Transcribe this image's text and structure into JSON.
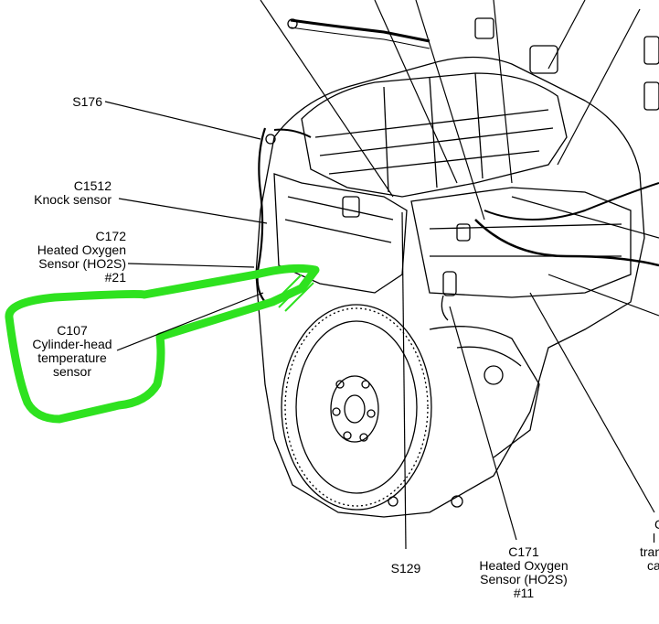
{
  "labels": {
    "s176": "S176",
    "c1512": [
      "C1512",
      "Knock sensor"
    ],
    "c172": [
      "C172",
      "Heated Oxygen",
      "Sensor (HO2S)",
      "#21"
    ],
    "c107": [
      "C107",
      "Cylinder-head",
      "temperature",
      "sensor"
    ],
    "s129": "S129",
    "c171": [
      "C171",
      "Heated Oxygen",
      "Sensor (HO2S)",
      "#11"
    ],
    "right_partial": [
      "C",
      "l",
      "tran",
      "ca"
    ]
  },
  "colors": {
    "highlight": "#2ee21f",
    "line": "#000000"
  }
}
